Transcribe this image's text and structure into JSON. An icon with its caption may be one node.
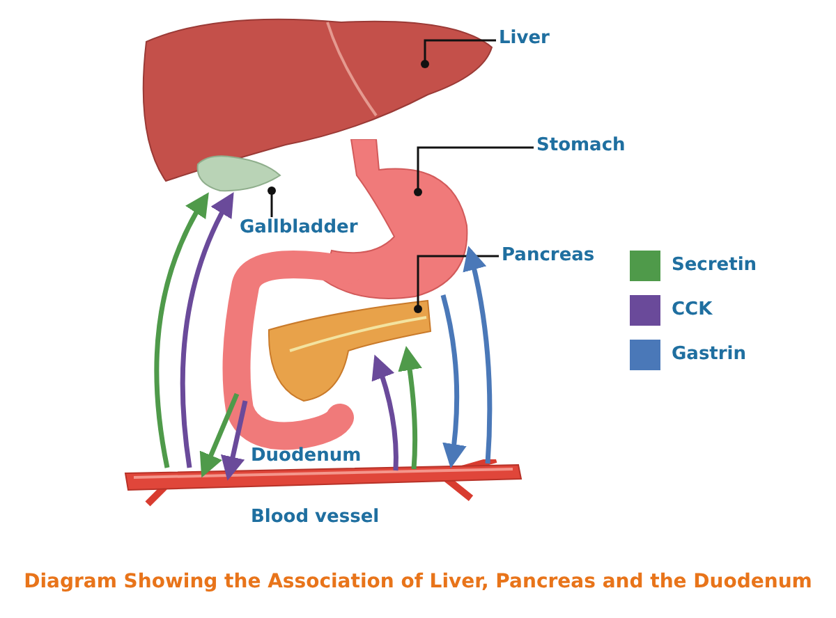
{
  "diagram": {
    "caption": "Diagram Showing the Association of Liver, Pancreas and the Duodenum",
    "nodes": [
      {
        "text": [
          "Liver"
        ]
      },
      {
        "text": [],
        "shape": "picture"
      },
      {
        "text": [
          "Stomach"
        ]
      },
      {
        "text": [],
        "shape": "picture"
      },
      {
        "text": [
          "Gallbladder"
        ]
      },
      {
        "text": [],
        "shape": "picture"
      },
      {
        "text": [
          "Pancreas"
        ]
      },
      {
        "text": [],
        "shape": "picture"
      },
      {
        "text": [],
        "shape": "picture",
        "beside": [
          "Duodenum"
        ]
      },
      {
        "text": [],
        "shape": "picture",
        "beside": [
          "Blood vessel"
        ]
      }
    ],
    "edges": [
      {
        "from": 0,
        "to": 1,
        "arrow": "other"
      },
      {
        "from": 2,
        "to": 3,
        "arrow": "other"
      },
      {
        "from": 4,
        "to": 5,
        "arrow": "other"
      },
      {
        "from": 6,
        "to": 7,
        "arrow": "other"
      },
      {
        "from": 9,
        "to": 5,
        "arrow": "to",
        "color": "#4f9a4a"
      },
      {
        "from": 9,
        "to": 5,
        "arrow": "to",
        "color": "#6a4a9a"
      },
      {
        "from": 8,
        "to": 9,
        "arrow": "to",
        "color": "#4f9a4a"
      },
      {
        "from": 8,
        "to": 9,
        "arrow": "to",
        "color": "#6a4a9a"
      },
      {
        "from": 9,
        "to": 7,
        "arrow": "to",
        "color": "#6a4a9a"
      },
      {
        "from": 9,
        "to": 7,
        "arrow": "to",
        "color": "#4f9a4a"
      },
      {
        "from": 3,
        "to": 9,
        "arrow": "to",
        "color": "#4a78b8"
      },
      {
        "from": 9,
        "to": 3,
        "arrow": "to",
        "color": "#4a78b8"
      }
    ],
    "legend": [
      {
        "text": "Secretin",
        "color": "#4f9a4a"
      },
      {
        "text": "CCK",
        "color": "#6a4a9a"
      },
      {
        "text": "Gastrin",
        "color": "#4a78b8"
      }
    ]
  }
}
